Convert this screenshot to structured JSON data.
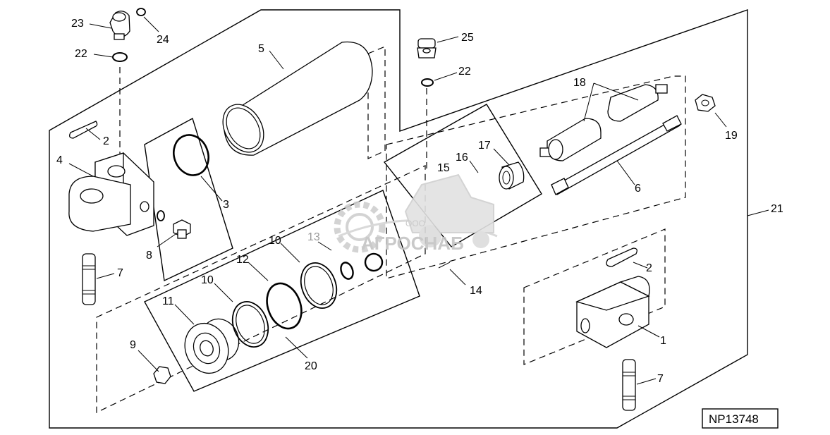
{
  "diagram": {
    "code": "NP13748",
    "watermark": {
      "company_prefix": "ООО",
      "company_name": "АГРОСНАБ"
    },
    "callouts": {
      "c1": "1",
      "c2a": "2",
      "c2b": "2",
      "c3": "3",
      "c4": "4",
      "c5": "5",
      "c6": "6",
      "c7a": "7",
      "c7b": "7",
      "c8": "8",
      "c9": "9",
      "c10a": "10",
      "c10b": "10",
      "c11": "11",
      "c12": "12",
      "c13": "13",
      "c14": "14",
      "c15": "15",
      "c16": "16",
      "c17": "17",
      "c18": "18",
      "c19": "19",
      "c20": "20",
      "c21": "21",
      "c22a": "22",
      "c22b": "22",
      "c23": "23",
      "c24": "24",
      "c25": "25"
    }
  }
}
